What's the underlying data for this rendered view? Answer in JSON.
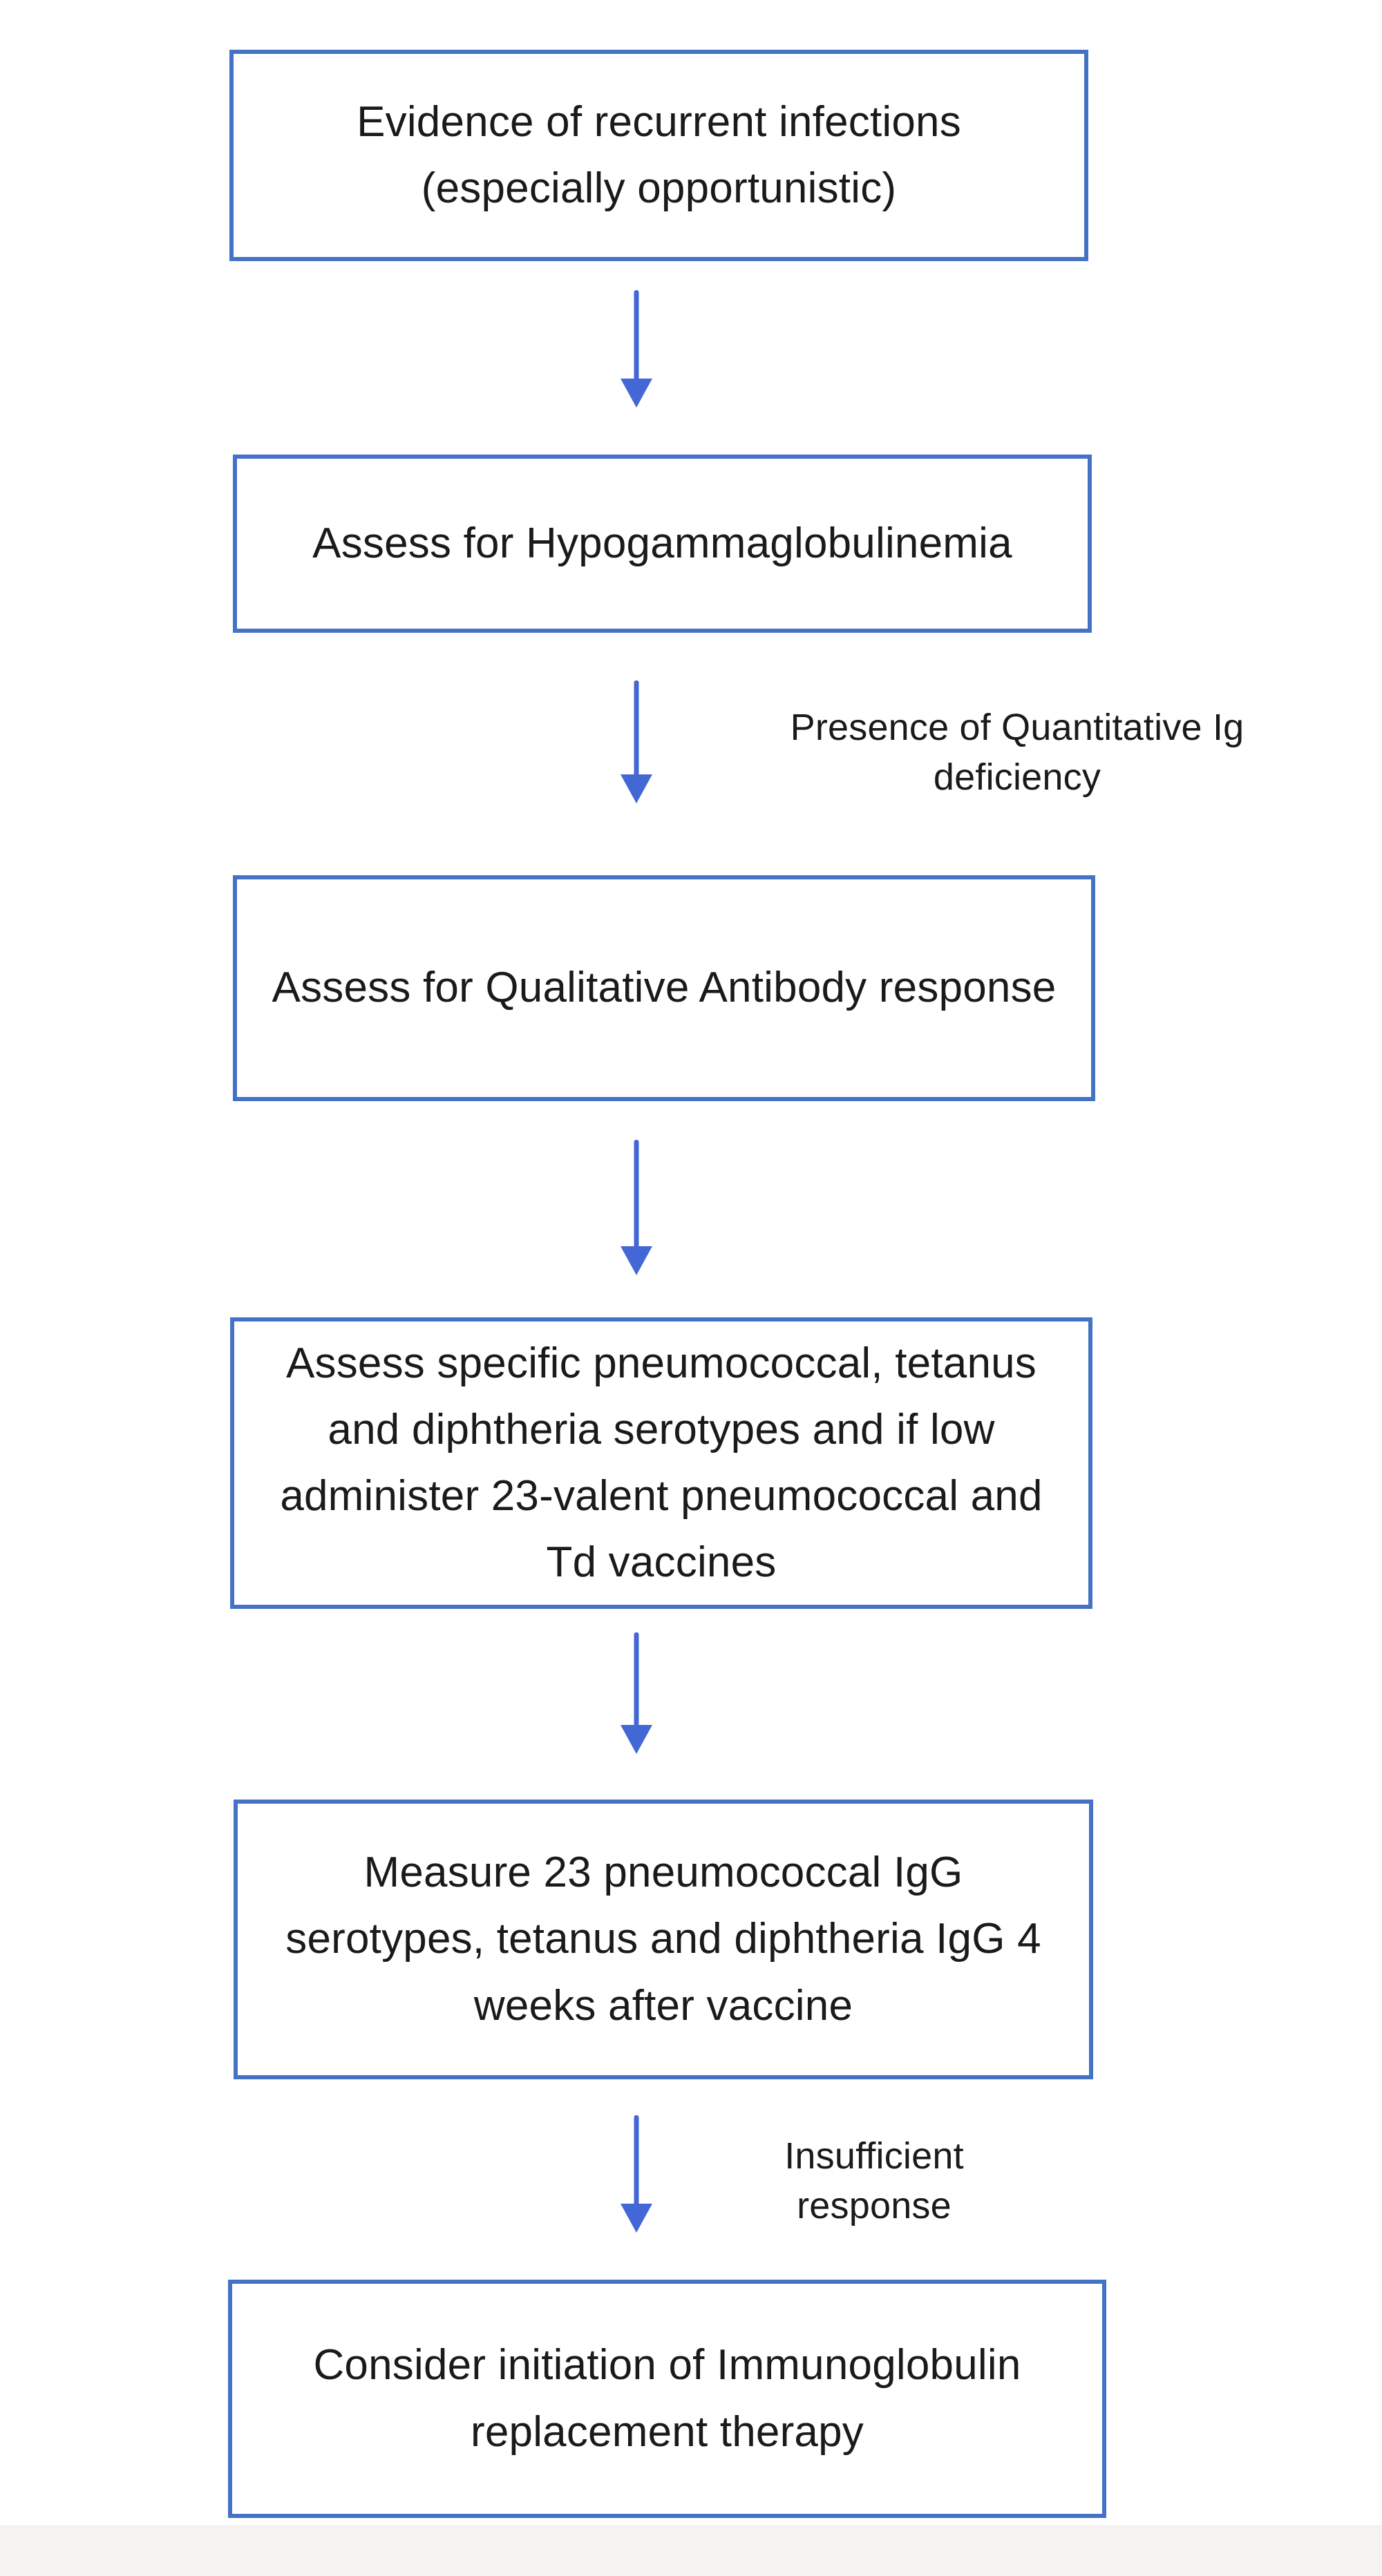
{
  "flowchart": {
    "colors": {
      "box_border": "#4472C4",
      "arrow": "#4467D6",
      "text": "#1a1a1a",
      "background": "#ffffff",
      "footer_strip": "#f5f3f1"
    },
    "nodes": [
      {
        "label": "Evidence of recurrent infections (especially opportunistic)"
      },
      {
        "label": "Assess for Hypogammaglobulinemia"
      },
      {
        "label": "Assess for Qualitative Antibody response"
      },
      {
        "label": "Assess specific pneumococcal, tetanus and diphtheria serotypes and if low administer 23-valent pneumococcal and Td vaccines"
      },
      {
        "label": "Measure 23 pneumococcal IgG serotypes, tetanus and diphtheria IgG 4 weeks after vaccine"
      },
      {
        "label": "Consider initiation of Immunoglobulin replacement therapy"
      }
    ],
    "edge_labels": [
      {
        "text": "Presence of Quantitative Ig deficiency"
      },
      {
        "text": "Insufficient response"
      }
    ]
  }
}
